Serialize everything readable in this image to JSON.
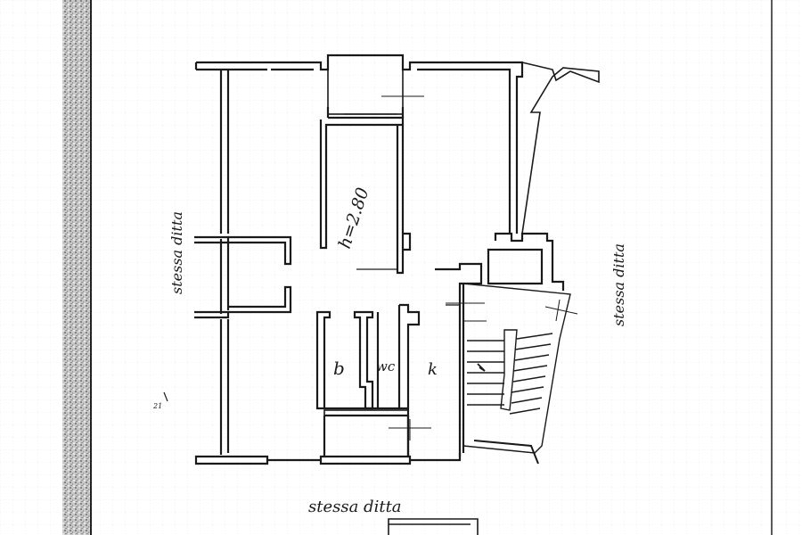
{
  "plan": {
    "labels": {
      "height_note": "h=2.80",
      "bath": "b",
      "wc": "wc",
      "kitchen": "k",
      "neighbor_left": "stessa ditta",
      "neighbor_right": "stessa ditta",
      "neighbor_bottom": "stessa ditta",
      "margin_mark": "21"
    },
    "colors": {
      "ink": "#1a1a1a",
      "grid": "#d9d9d9",
      "paper": "#ffffff",
      "margin_shade": "#9a9a9a"
    }
  }
}
